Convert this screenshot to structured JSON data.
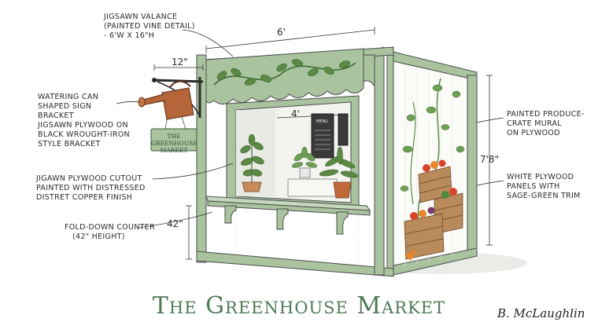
{
  "callouts": {
    "valance": [
      "JIGSAWN VALANCE",
      "(PAINTED VINE DETAIL)",
      "- 6'W x 16\"H"
    ],
    "bracket": [
      "WATERING CAN",
      "SHAPED SIGN",
      "BRACKET",
      "JIGSAWN PLYWOOD ON",
      "BLACK WROUGHT-IRON",
      "STYLE BRACKET"
    ],
    "cutout": [
      "JIGAWN PLYWOOD CUTOUT",
      "PAINTED WITH DISTRESSED",
      "DISTRET COPPER FINISH"
    ],
    "counter": [
      "FOLD-DOWN COUNTER",
      "(42\" HEIGHT)"
    ],
    "mural": [
      "PAINTED PRODUCE-",
      "CRATE MURAL",
      "ON PLYWOOD"
    ],
    "panels": [
      "WHITE PLYWOOD",
      "PANELS WITH",
      "SAGE-GREEN TRIM"
    ]
  },
  "dimensions": {
    "width_top": "6'",
    "bracket_width": "12\"",
    "window_width": "4'",
    "counter_height": "42\"",
    "booth_height": "7'8\""
  },
  "sign": {
    "lines": [
      "THE GREENHOUSE",
      "MARKET"
    ]
  },
  "menu_board": {
    "label": "MENU"
  },
  "title": "The Greenhouse Market",
  "signature": "B. McLaughlin",
  "colors": {
    "sage_green": "#a9c39f",
    "trim_green": "#8fb088",
    "copper": "#b5653a",
    "iron": "#2a2a2a",
    "title_green": "#4f7a55"
  }
}
